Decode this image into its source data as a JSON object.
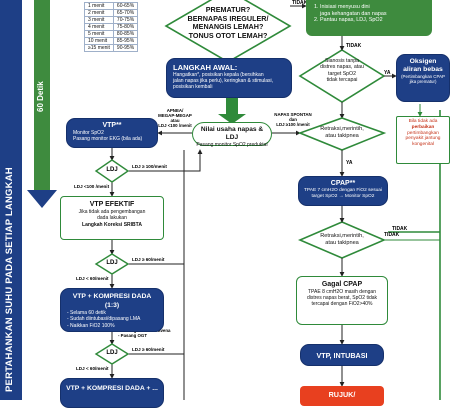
{
  "side": {
    "temp_banner": "PERTAHANKAN SUHU PADA SETIAP LANGKAH",
    "timer_label": "60 Detik"
  },
  "spo2_table": [
    [
      "1 menit",
      "60-65%"
    ],
    [
      "2 menit",
      "65-70%"
    ],
    [
      "3 menit",
      "70-75%"
    ],
    [
      "4 menit",
      "75-80%"
    ],
    [
      "5 menit",
      "80-85%"
    ],
    [
      "10 menit",
      "85-95%"
    ],
    [
      "≥15 menit",
      "90-95%"
    ]
  ],
  "questions": {
    "line1": "PREMATUR?",
    "line2": "BERNAPAS IREGULER/",
    "line3": "MENANGIS LEMAH?",
    "line4": "TONUS OTOT LEMAH?"
  },
  "routine": {
    "line1": "1. Inisiasi menyusu dini",
    "line2": "jaga kehangatan dan napas",
    "line3": "2. Pantau napas, LDJ, SpO2"
  },
  "langkah_awal": {
    "title": "LANGKAH AWAL:",
    "body1": "Hangatkan*, posisikan kepala (bersihkan",
    "body2": "jalan napas jika perlu), keringkan & stimulasi,",
    "body3": "posisikan kembali"
  },
  "nilai": {
    "title": "Nilai usaha napas & LDJ",
    "body": "Pasang monitor SpO2 preduktal"
  },
  "vtp1": {
    "title": "VTP**",
    "body1": "Monitor SpO2",
    "body2": "Pasang monitor EKG (bila ada)"
  },
  "sianosis": {
    "line1": "Sianosis tanpa",
    "line2": "distres napas, atau",
    "line3": "target SpO2",
    "line4": "tidak tercapai"
  },
  "oksigen": {
    "title": "Oksigen aliran bebas",
    "note": "(Pertimbangkan CPAP jika prematur)"
  },
  "perbaikan": {
    "line1": "Bila tidak ada",
    "line2": "perbaikan",
    "line3": "pertimbangkan",
    "line4": "penyakit jantung",
    "line5": "kongenital"
  },
  "retraksi1": {
    "line1": "Retraksi,merintih,",
    "line2": "atau takipnea"
  },
  "cpap": {
    "title": "CPAP**",
    "line1": "TPAE 7 cmH2O dengan FiO2 sesuai",
    "line2": "target SpO2 → Monitor SpO2"
  },
  "retraksi2": {
    "line1": "Retraksi,merintih,",
    "line2": "atau takipnea"
  },
  "gagal": {
    "title": "Gagal CPAP",
    "line1": "TPAE 8 cmH2O masih dengan",
    "line2": "distres napas berat, SpO2 tidak",
    "line3": "tercapai dengan FiO2>40%"
  },
  "vtp_intubasi": "VTP, INTUBASI",
  "rujuk": "RUJUK/",
  "ldj1": "LDJ",
  "ldj2": "LDJ",
  "ldj3": "LDJ",
  "vtp_efektif": {
    "title": "VTP EFEKTIF",
    "line1": "Jika tidak ada pengembangan",
    "line2": "dada lakukan",
    "line3": "Langkah Koreksi SRIBTA"
  },
  "kompresi1": {
    "title": "VTP + KOMPRESI DADA (1:3)",
    "line1": "- Selama 60 detik",
    "line2": "- Sudah diintubasi/dipasang LMA",
    "line3": "- Naikkan FiO2 100%"
  },
  "kompresi2": {
    "title": "VTP + KOMPRESI DADA + ..."
  },
  "edges": {
    "tidak_top": "TIDAK",
    "ya_q": "YA",
    "tidak_r1": "TIDAK",
    "ya_r1": "YA",
    "apnea": "APNEA/",
    "megap": "MEGAP-MEGAP",
    "atau": "atau",
    "ldj_lt100a": "LDJ <100 /menit",
    "napas_spontan": "NAPAS SPONTAN",
    "dan": "dan",
    "ldj_ge100": "LDJ ≥100 /menit",
    "ya_r2": "YA",
    "tidak_r2": "TIDAK",
    "ldj_ge100b": "LDJ ≥ 100/menit",
    "ldj_lt100b": "LDJ <100 /menit",
    "ldj_ge60a": "LDJ ≥ 60/menit",
    "ldj_lt60a": "LDJ < 60/menit",
    "pasang1": "- Pasang akses intravena",
    "pasang2": "- Pasang OGT",
    "ldj_ge60b": "LDJ ≥ 60/menit",
    "ldj_lt60b": "LDJ < 60/menit",
    "tidak_r3": "TIDAK"
  },
  "colors": {
    "navy": "#1e3f86",
    "green": "#3e8b3e",
    "red": "#e8401f"
  }
}
